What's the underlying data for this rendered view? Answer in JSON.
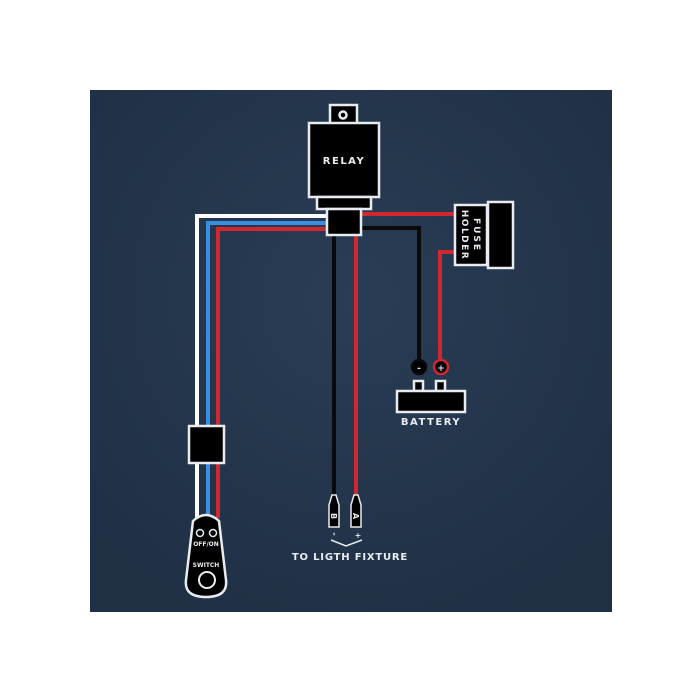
{
  "labels": {
    "relay": "RELAY",
    "fuse_line1": "FUSE",
    "fuse_line2": "HOLDER",
    "battery": "BATTERY",
    "battery_minus": "-",
    "battery_plus": "+",
    "connector_b": "B",
    "connector_a": "A",
    "lead_minus": "-",
    "lead_plus": "+",
    "fixture": "TO LIGTH FIXTURE",
    "switch_state": "OFF/ON",
    "switch": "SWITCH"
  },
  "colors": {
    "panel": "#22334a",
    "outline": "#e8ecf0",
    "component": "#000000",
    "wire_red": "#d0282e",
    "wire_blue": "#3a8ee0",
    "wire_white": "#ffffff",
    "wire_black": "#0a0a0a"
  }
}
